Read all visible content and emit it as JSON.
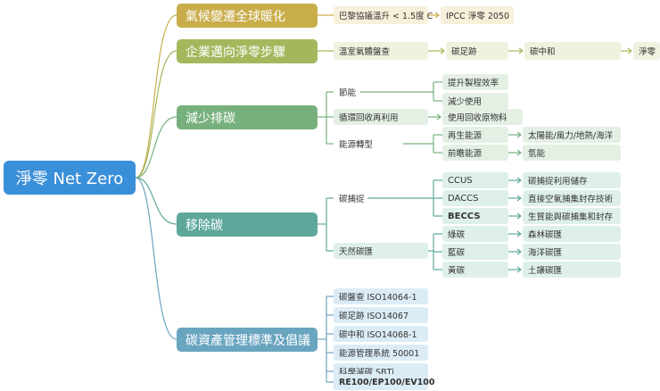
{
  "root": {
    "label": "淨零 Net Zero"
  },
  "colors": {
    "root": "#3a8fd9",
    "b1": "#c9ad4b",
    "b1_leaf": "#f7f0da",
    "b2": "#a3b85d",
    "b2_leaf": "#eef2de",
    "b3": "#77b07d",
    "b3_leaf": "#e4f0e4",
    "b4": "#5ea89b",
    "b4_leaf": "#dff0ea",
    "b5": "#6aa5c0",
    "b5_leaf": "#dcecf6"
  },
  "branches": {
    "climate": {
      "label": "氣候變遷全球暖化",
      "items": [
        "巴黎協議溫升 < 1.5度 C",
        "IPCC 淨零 2050"
      ]
    },
    "enterprise": {
      "label": "企業邁向淨零步驟",
      "items": [
        "溫室氣體盤查",
        "碳足跡",
        "碳中和",
        "淨零"
      ]
    },
    "reduce": {
      "label": "減少排碳",
      "energy_saving": {
        "label": "節能",
        "items": [
          "提升製程效率",
          "減少使用"
        ]
      },
      "recycle": {
        "label": "循環回收再利用",
        "items": [
          "使用回收原物料"
        ]
      },
      "transition": {
        "label": "能源轉型",
        "renewable": {
          "label": "再生能源",
          "item": "太陽能/風力/地熱/海洋"
        },
        "frontier": {
          "label": "前瞻能源",
          "item": "氫能"
        }
      }
    },
    "removal": {
      "label": "移除碳",
      "capture": {
        "label": "碳捕捉",
        "items": [
          {
            "tech": "CCUS",
            "desc": "碳捕捉利用儲存"
          },
          {
            "tech": "DACCS",
            "desc": "直接空氣捕集封存技術"
          },
          {
            "tech": "BECCS",
            "desc": "生質能與碳捕集和封存"
          }
        ]
      },
      "natural": {
        "label": "天然碳匯",
        "items": [
          {
            "type": "綠碳",
            "desc": "森林碳匯"
          },
          {
            "type": "藍碳",
            "desc": "海洋碳匯"
          },
          {
            "type": "黃碳",
            "desc": "土讓碳匯"
          }
        ]
      }
    },
    "standards": {
      "label": "碳資產管理標準及倡議",
      "items": [
        "碳盤查 ISO14064-1",
        "碳足跡 ISO14067",
        "碳中和 ISO14068-1",
        "能源管理系統 50001",
        "科學減碳 SBTi",
        "RE100/EP100/EV100"
      ]
    }
  }
}
